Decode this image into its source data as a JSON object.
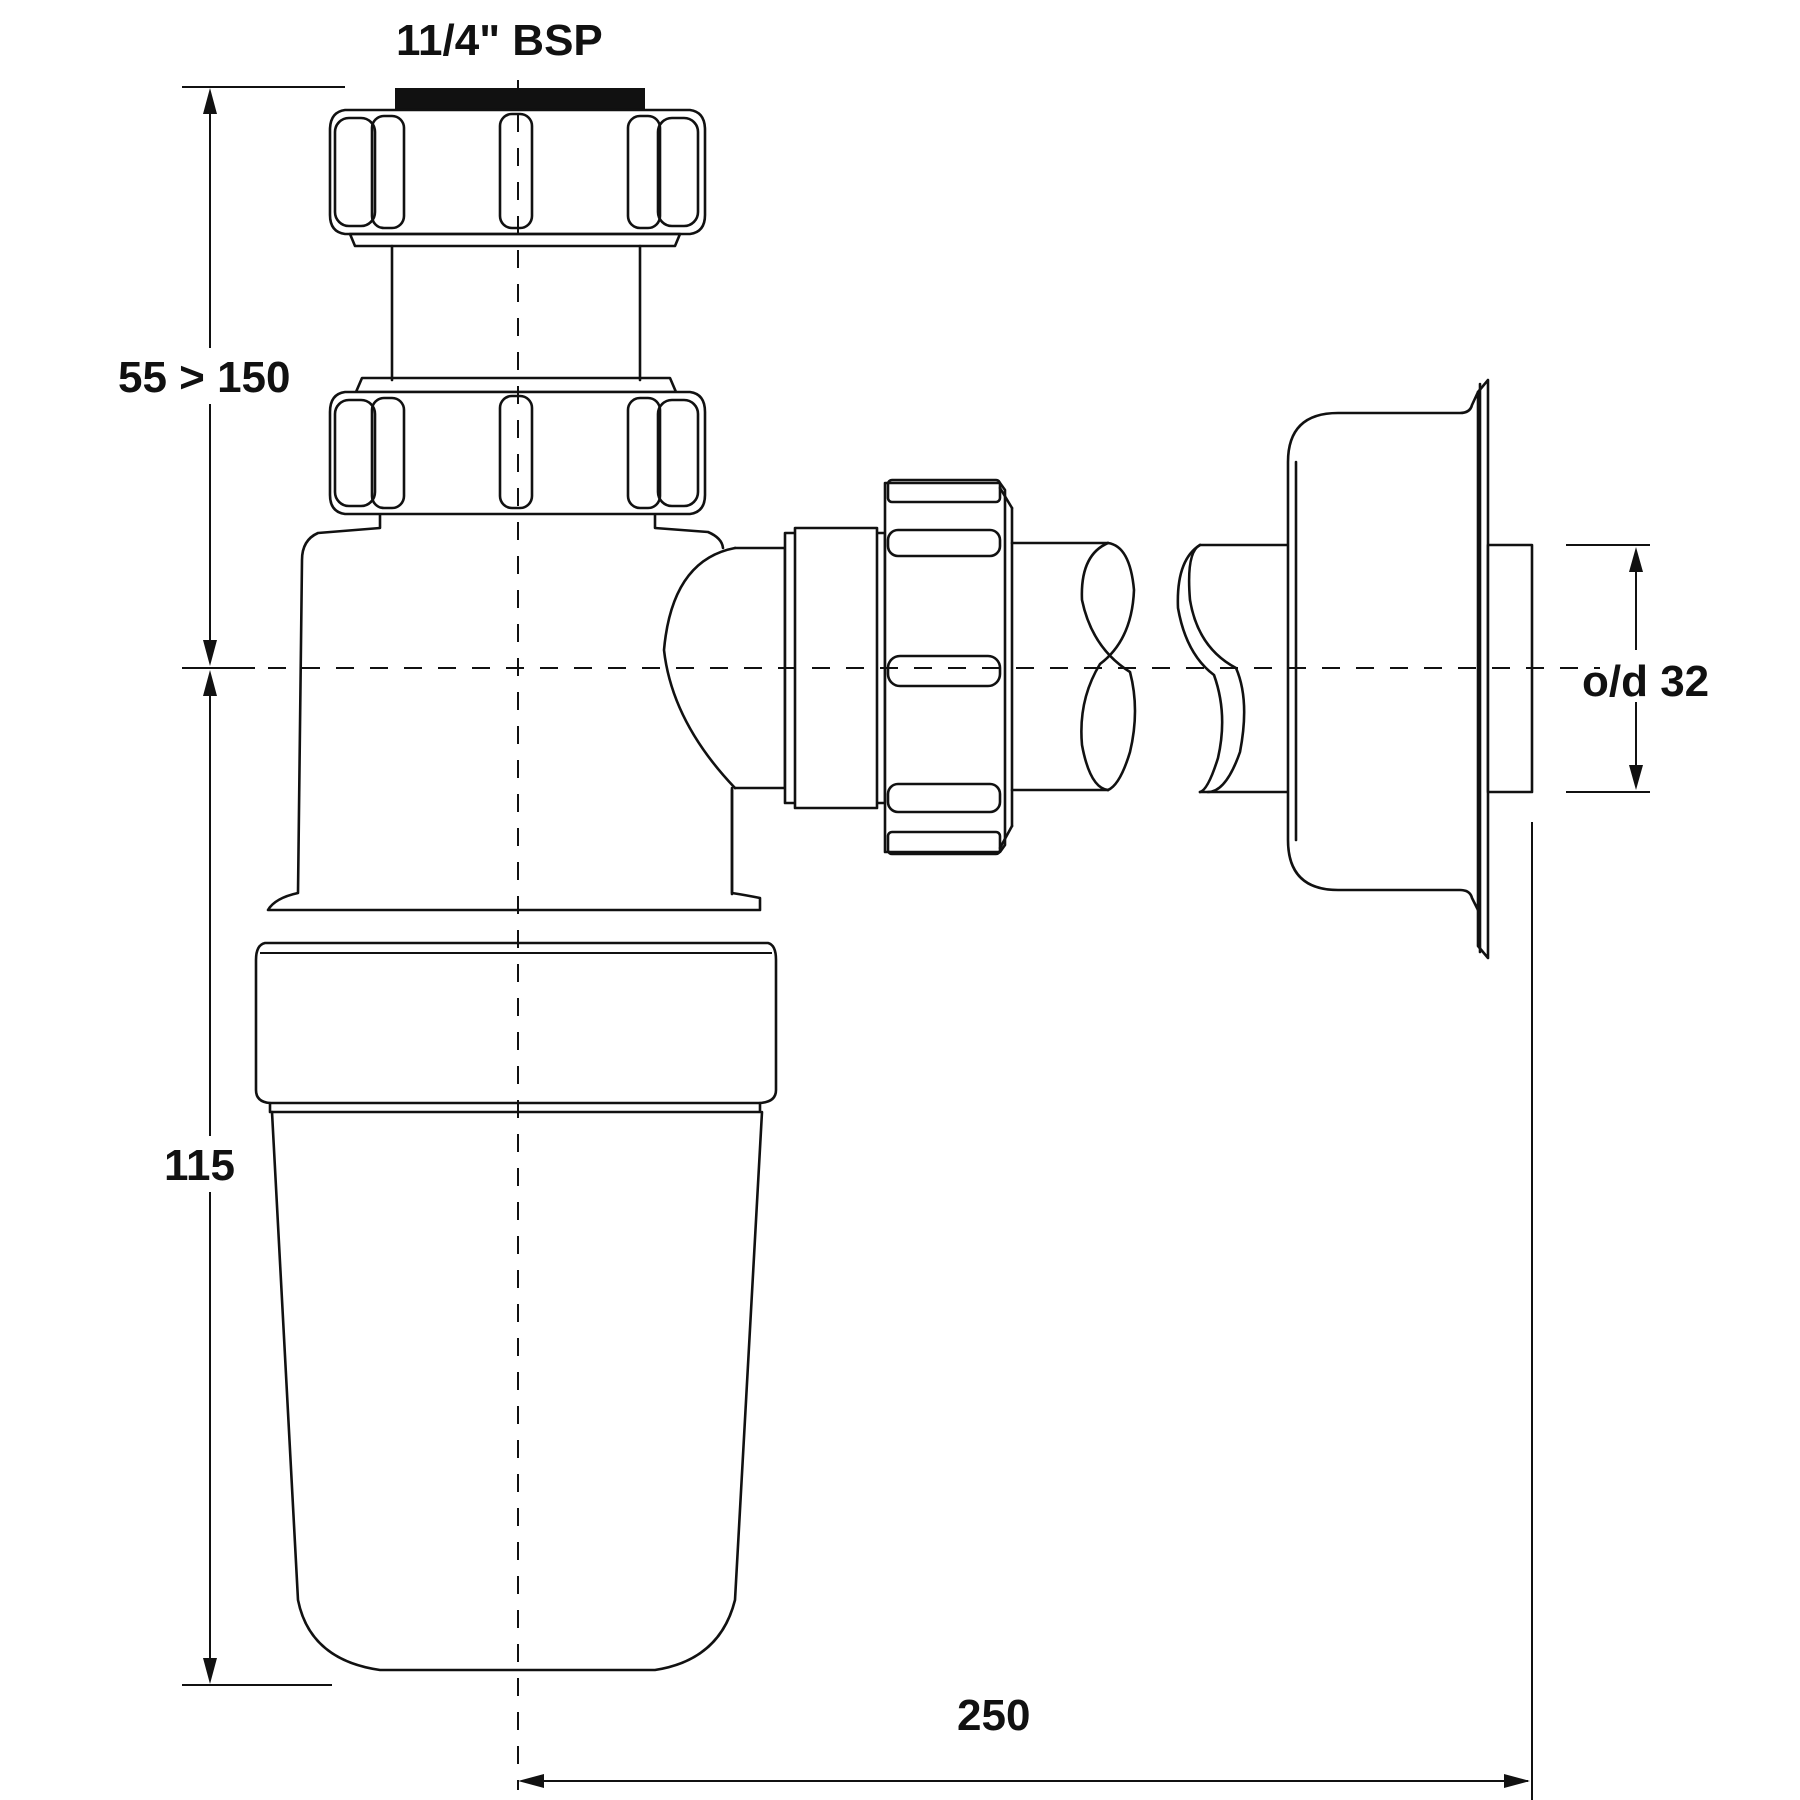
{
  "labels": {
    "thread": "11/4\" BSP",
    "height_adjust": "55 > 150",
    "lower_height": "115",
    "outlet_diameter": "o/d 32",
    "projection": "250"
  }
}
